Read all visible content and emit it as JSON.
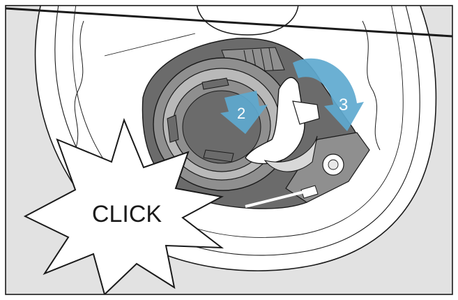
{
  "figure": {
    "callout_text": "CLICK",
    "step_labels": [
      "2",
      "3"
    ],
    "colors": {
      "frame": "#1a1a1a",
      "background": "#e2e2e2",
      "sump_white": "#ffffff",
      "dark_housing": "#6b6b6b",
      "mid_grey": "#8f8f8f",
      "light_grey": "#b9b9b9",
      "arrow_blue": "#5ea9cf"
    },
    "parts": [
      "sump-rim",
      "filter-housing",
      "filter-handle",
      "hand",
      "rotation-arrow",
      "press-arrow",
      "click-callout"
    ]
  }
}
